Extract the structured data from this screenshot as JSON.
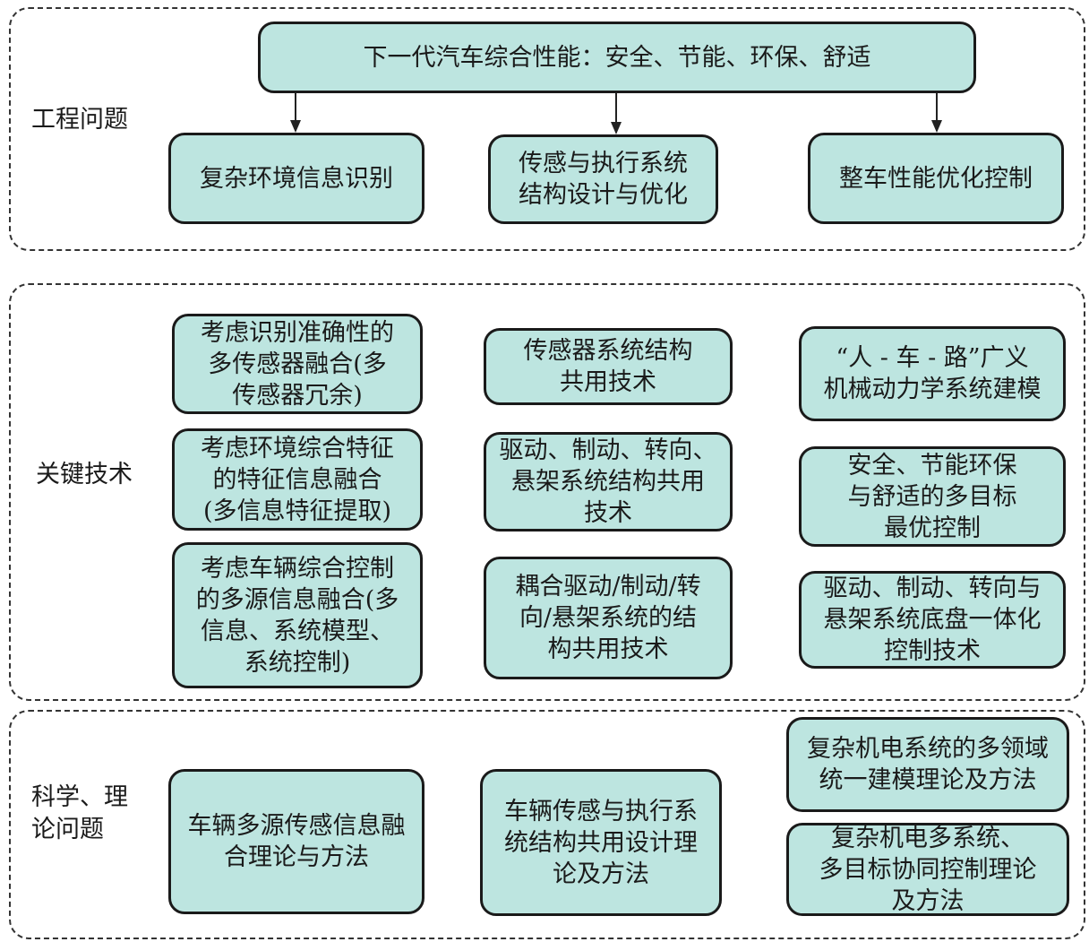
{
  "sections": {
    "engineering": {
      "label": "工程问题",
      "top": "下一代汽车综合性能：安全、节能、环保、舒适",
      "items": [
        "复杂环境信息识别",
        "传感与执行系统\n结构设计与优化",
        "整车性能优化控制"
      ]
    },
    "key_tech": {
      "label": "关键技术",
      "col1": [
        "考虑识别准确性的\n多传感器融合(多\n传感器冗余)",
        "考虑环境综合特征\n的特征信息融合\n(多信息特征提取)",
        "考虑车辆综合控制\n的多源信息融合(多\n信息、系统模型、\n系统控制)"
      ],
      "col2": [
        "传感器系统结构\n共用技术",
        "驱动、制动、转向、\n悬架系统结构共用\n技术",
        "耦合驱动/制动/转\n向/悬架系统的结\n构共用技术"
      ],
      "col3": [
        "“人 - 车 - 路”广义\n机械动力学系统建模",
        "安全、节能环保\n与舒适的多目标\n最优控制",
        "驱动、制动、转向与\n悬架系统底盘一体化\n控制技术"
      ]
    },
    "science": {
      "label": "科学、理\n论问题",
      "items": [
        "车辆多源传感信息融\n合理论与方法",
        "车辆传感与执行系\n统结构共用设计理\n论及方法",
        "复杂机电系统的多领域\n统一建模理论及方法",
        "复杂机电多系统、\n多目标协同控制理论\n及方法"
      ]
    }
  },
  "colors": {
    "box_fill": "#bde5e0",
    "border": "#1a1a1a"
  }
}
